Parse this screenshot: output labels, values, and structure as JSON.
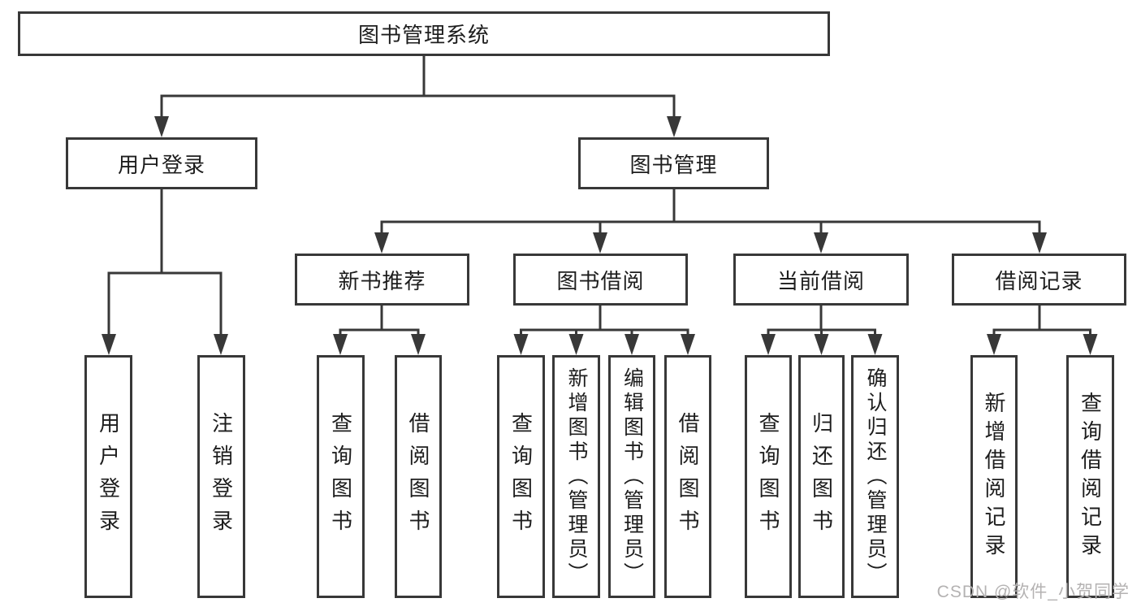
{
  "diagram": {
    "title": "图书管理系统",
    "branches": {
      "user_login": {
        "label": "用户登录",
        "children": [
          "用户登录",
          "注销登录"
        ]
      },
      "book_management": {
        "label": "图书管理",
        "sections": {
          "new_book_recommend": {
            "label": "新书推荐",
            "children": [
              "查询图书",
              "借阅图书"
            ]
          },
          "book_borrow": {
            "label": "图书借阅",
            "children": [
              "查询图书",
              "新增图书（管理员）",
              "编辑图书（管理员）",
              "借阅图书"
            ]
          },
          "current_borrow": {
            "label": "当前借阅",
            "children": [
              "查询图书",
              "归还图书",
              "确认归还（管理员）"
            ]
          },
          "borrow_records": {
            "label": "借阅记录",
            "children": [
              "新增借阅记录",
              "查询借阅记录"
            ]
          }
        }
      }
    }
  },
  "watermark": {
    "text": "CSDN @软件_小贺同学"
  },
  "colors": {
    "line": "#383838",
    "text": "#1d1d1d",
    "background": "#ffffff",
    "watermark": "#b4b2b2"
  }
}
